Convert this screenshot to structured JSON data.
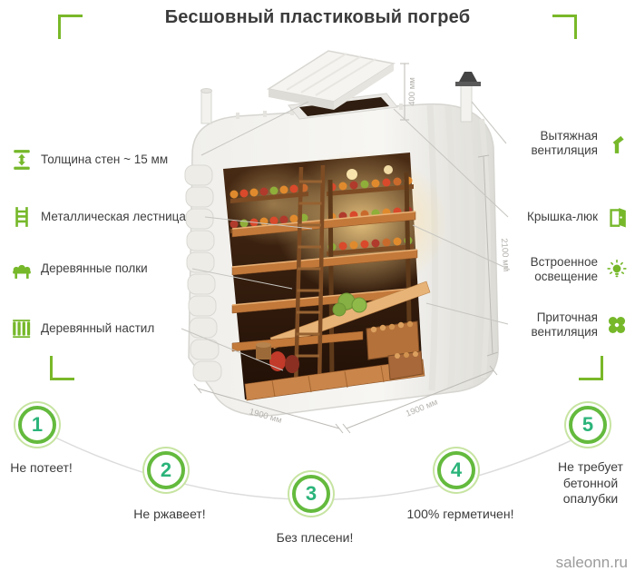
{
  "title": "Бесшовный пластиковый погреб",
  "left_features": [
    {
      "icon": "wall-thickness-icon",
      "label": "Толщина стен ~ 15 мм"
    },
    {
      "icon": "ladder-icon",
      "label": "Металлическая лестница"
    },
    {
      "icon": "shelves-icon",
      "label": "Деревянные полки"
    },
    {
      "icon": "decking-icon",
      "label": "Деревянный настил"
    }
  ],
  "right_features": [
    {
      "icon": "exhaust-vent-icon",
      "label": "Вытяжная вентиляция"
    },
    {
      "icon": "hatch-icon",
      "label": "Крышка-люк"
    },
    {
      "icon": "lighting-icon",
      "label": "Встроенное освещение"
    },
    {
      "icon": "supply-vent-icon",
      "label": "Приточная вентиляция"
    }
  ],
  "dimensions": {
    "lid_height": "400 мм",
    "body_height": "2100 мм",
    "width": "1900 мм",
    "depth": "1900 мм"
  },
  "benefits": [
    {
      "number": "1",
      "label": "Не потеет!"
    },
    {
      "number": "2",
      "label": "Не ржавеет!"
    },
    {
      "number": "3",
      "label": "Без плесени!"
    },
    {
      "number": "4",
      "label": "100% герметичен!"
    },
    {
      "number": "5",
      "label": "Не требует бетонной опалубки"
    }
  ],
  "watermark": "saleonn.ru",
  "colors": {
    "accent_green": "#76b82a",
    "benefit_number_green": "#2bb47a",
    "text_dark": "#3f3f3f",
    "dimension_gray": "#b3b1ac"
  }
}
